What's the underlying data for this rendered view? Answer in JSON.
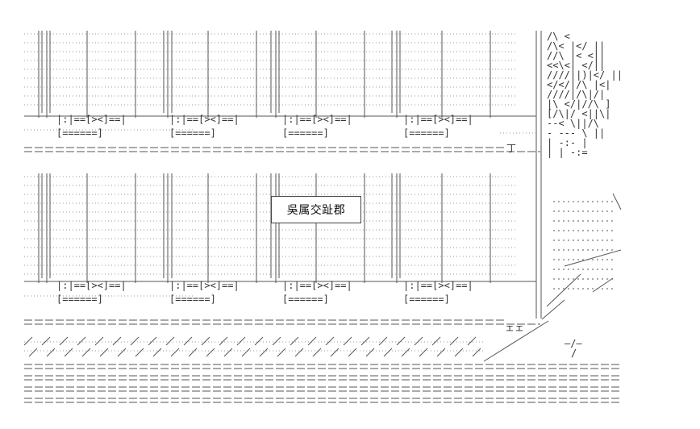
{
  "sign": {
    "text": "吳属交趾郡"
  },
  "colors": {
    "line": "#555555",
    "dots": "#9a9a9a",
    "ink": "#333333",
    "bg": "#ffffff"
  },
  "art": {
    "bracket_labels": [
      "|:|==[><]==|",
      "[======]"
    ],
    "bottom_mark": "ェェ",
    "right_mark": "丁",
    "bottom_right_marks": [
      "—/—",
      "/"
    ]
  }
}
